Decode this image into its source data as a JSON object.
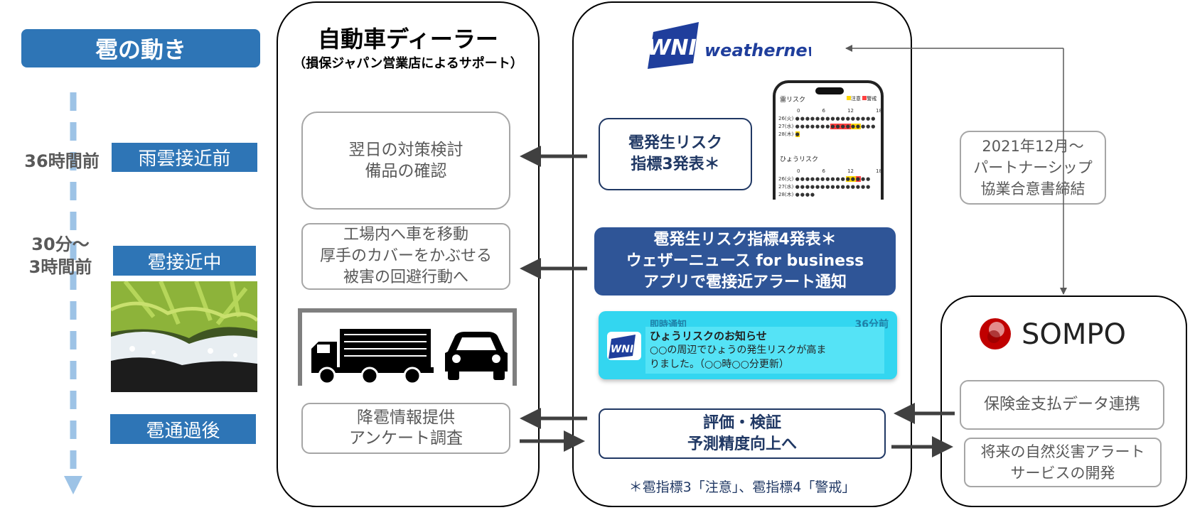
{
  "timeline": {
    "title": "雹の動き",
    "stages": [
      {
        "time": "36時間前",
        "label": "雨雲接近前"
      },
      {
        "time": "30分～\n3時間前",
        "label": "雹接近中"
      },
      {
        "time": "",
        "label": "雹通過後"
      }
    ]
  },
  "dealer": {
    "title": "自動車ディーラー",
    "subtitle": "（損保ジャパン営業店によるサポート）",
    "box1": "翌日の対策検討\n備品の確認",
    "box2": "工場内へ車を移動\n厚手のカバーをかぶせる\n被害の回避行動へ",
    "box3": "降雹情報提供\nアンケート調査"
  },
  "wn": {
    "logo_mark": "WNI",
    "logo_text": "weathernews",
    "risk3": "雹発生リスク\n指標3発表＊",
    "risk4": "雹発生リスク指標4発表＊\nウェザーニュース for business\nアプリで雹接近アラート通知",
    "notification": {
      "header": "即時通知",
      "time": "36分前",
      "title": "ひょうリスクのお知らせ",
      "body": "○○の周辺でひょうの発生リスクが高ま\nりました。（○○時○○分更新）"
    },
    "evaluation": "評価・検証\n予測精度向上へ",
    "footnote": "＊雹指標3「注意」、雹指標4「警戒」",
    "phone": {
      "title1": "雷リスク",
      "title2": "ひょうリスク",
      "legend1": "注意",
      "legend2": "警戒",
      "hours": [
        "0",
        "6",
        "12",
        "18"
      ],
      "days": [
        "26(火)",
        "27(水)",
        "28(木)"
      ]
    }
  },
  "partnership": "2021年12月～\nパートナーシップ\n協業合意書締結",
  "sompo": {
    "logo_text": "SOMPO",
    "box1": "保険金支払データ連携",
    "box2": "将来の自然災害アラート\nサービスの開発"
  },
  "colors": {
    "label_blue": "#2e75b6",
    "navy": "#2f5597",
    "dark_navy": "#203864",
    "cyan": "#33d6f0",
    "sompo_red": "#c00000"
  }
}
